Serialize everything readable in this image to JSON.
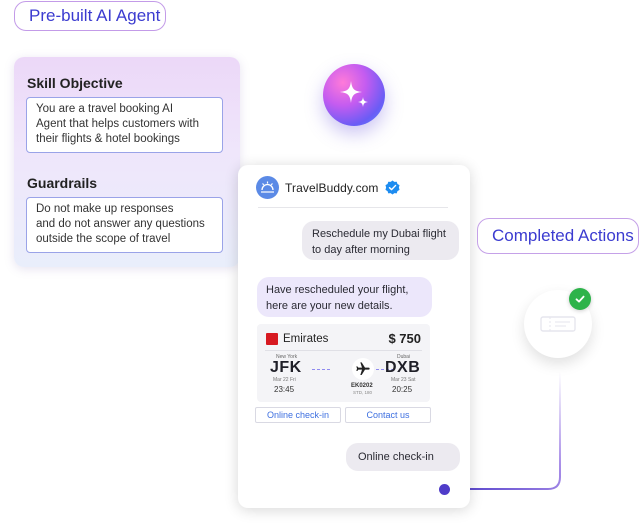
{
  "labels": {
    "agent_pill": "Pre-built AI Agent",
    "completed_pill": "Completed Actions"
  },
  "skill_card": {
    "objective_title": "Skill Objective",
    "objective_text": "You are a travel booking AI\nAgent that helps customers with\ntheir flights & hotel bookings",
    "guardrails_title": "Guardrails",
    "guardrails_text": "Do not make up responses\nand do not answer any questions\noutside the scope of travel"
  },
  "chat": {
    "brand": "TravelBuddy.com",
    "messages": [
      {
        "from": "user",
        "text": "Reschedule my Dubai flight\nto day after morning"
      },
      {
        "from": "bot",
        "text": "Have rescheduled your flight,\nhere are your new details."
      },
      {
        "from": "user",
        "text": "Online check-in"
      }
    ],
    "ticket": {
      "airline": "Emirates",
      "price": "$ 750",
      "from_city": "New York",
      "from_code": "JFK",
      "from_date": "Mar 22 Fri",
      "from_time": "23:45",
      "to_city": "Dubai",
      "to_code": "DXB",
      "to_date": "Mar 23 Sat",
      "to_time": "20:25",
      "flight_no": "EK0202",
      "flight_sub": "STD, 180"
    },
    "buttons": [
      "Online check-in",
      "Contact us"
    ]
  },
  "icons": {
    "sparkle": "sparkle-icon",
    "logo": "sunrise-icon",
    "verified": "verified-badge-icon",
    "plane": "airplane-icon",
    "check": "check-icon",
    "ticket": "ticket-icon"
  },
  "colors": {
    "accent": "#4f3cc9",
    "pill_text": "#3b3bd0",
    "verified": "#1d8cf0",
    "success": "#2db34a",
    "link": "#3d6fe0"
  }
}
